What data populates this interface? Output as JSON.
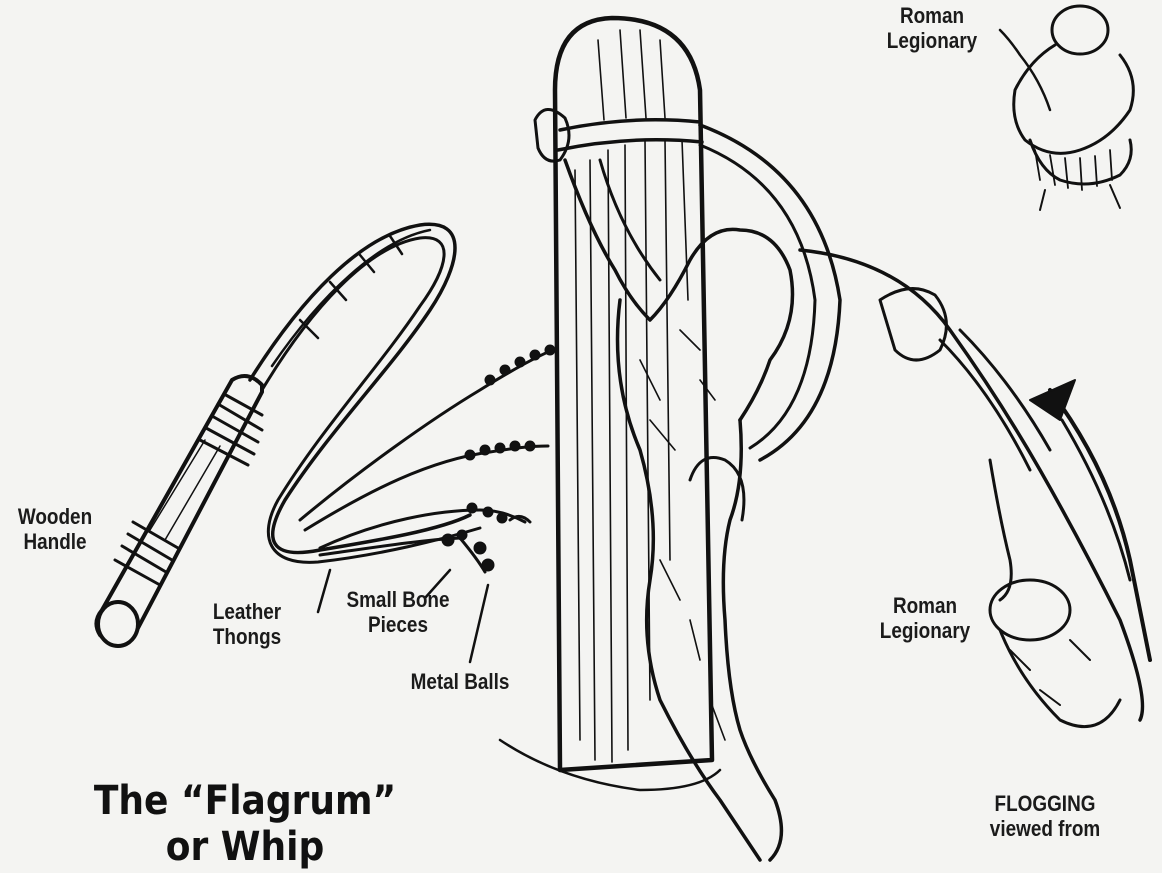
{
  "labels": {
    "wooden_handle": [
      "Wooden",
      "Handle"
    ],
    "leather_thongs": [
      "Leather",
      "Thongs"
    ],
    "small_bone_pieces": [
      "Small Bone",
      "Pieces"
    ],
    "metal_balls": "Metal Balls",
    "roman_legionary_top": [
      "Roman",
      "Legionary"
    ],
    "roman_legionary_right": [
      "Roman",
      "Legionary"
    ],
    "flogging": [
      "FLOGGING",
      "viewed from"
    ]
  },
  "title": [
    "The “Flagrum”",
    "or Whip"
  ],
  "colors": {
    "ink": "#111111",
    "paper": "#f4f4f2"
  }
}
